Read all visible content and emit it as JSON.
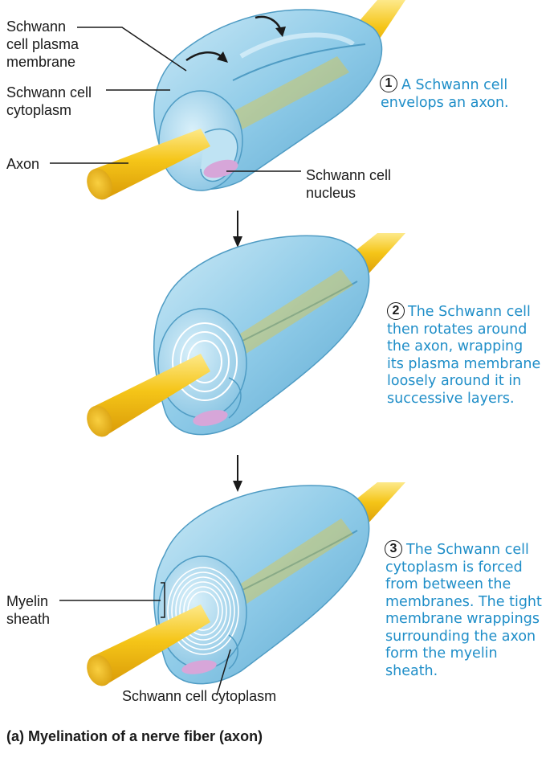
{
  "labels": {
    "plasma_membrane": "Schwann\ncell plasma\nmembrane",
    "cytoplasm_top": "Schwann cell\ncytoplasm",
    "axon": "Axon",
    "nucleus": "Schwann cell\nnucleus",
    "myelin": "Myelin\nsheath",
    "cytoplasm_bottom": "Schwann cell cytoplasm"
  },
  "steps": [
    {
      "number": "1",
      "text": "A Schwann cell\nenvelops an axon."
    },
    {
      "number": "2",
      "text": "The Schwann cell\nthen rotates around\nthe axon, wrapping\nits plasma membrane\nloosely around it in\nsuccessive layers."
    },
    {
      "number": "3",
      "text": "The Schwann cell\ncytoplasm is forced\nfrom between the\nmembranes. The tight\nmembrane wrappings\nsurrounding the axon\nform the myelin\nsheath."
    }
  ],
  "caption": "(a) Myelination of a nerve fiber (axon)",
  "colors": {
    "axon": "#f5c518",
    "schwann_cell": "#8fcbe8",
    "nucleus": "#d7a6d9",
    "step_text": "#1f8ec8"
  }
}
